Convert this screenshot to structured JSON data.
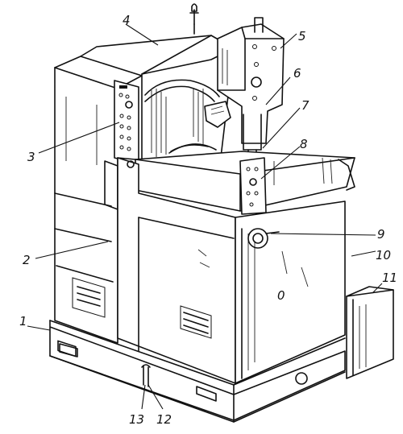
{
  "callouts": [
    {
      "id": "1",
      "label": "1"
    },
    {
      "id": "2",
      "label": "2"
    },
    {
      "id": "3",
      "label": "3"
    },
    {
      "id": "4",
      "label": "4"
    },
    {
      "id": "5",
      "label": "5"
    },
    {
      "id": "6",
      "label": "6"
    },
    {
      "id": "7",
      "label": "7"
    },
    {
      "id": "8",
      "label": "8"
    },
    {
      "id": "9",
      "label": "9"
    },
    {
      "id": "10",
      "label": "10"
    },
    {
      "id": "11",
      "label": "11"
    },
    {
      "id": "12",
      "label": "12"
    },
    {
      "id": "13",
      "label": "13"
    }
  ],
  "door_mark": "0"
}
